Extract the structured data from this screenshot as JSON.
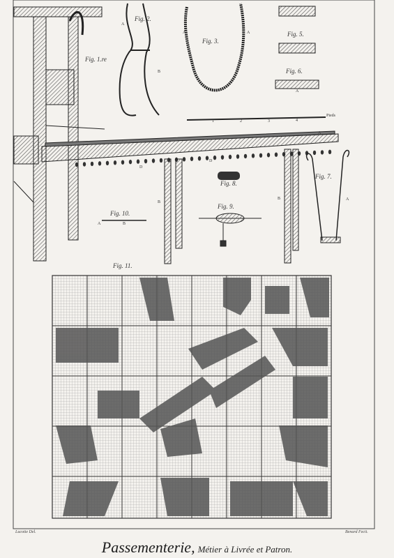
{
  "plate": {
    "title_main": "Passementerie,",
    "title_sub": "Métier à Livrée et Patron.",
    "credit_left": "Lucotte Del.",
    "credit_right": "Benard Fecit."
  },
  "figures": {
    "fig1": "Fig. 1.re",
    "fig2": "Fig. 2.",
    "fig3": "Fig. 3.",
    "fig5": "Fig. 5.",
    "fig6": "Fig. 6.",
    "fig7": "Fig. 7.",
    "fig8": "Fig. 8.",
    "fig9": "Fig. 9.",
    "fig10": "Fig. 10.",
    "fig11": "Fig. 11.",
    "pieds": "Pieds"
  },
  "scale_numbers": [
    "1",
    "2",
    "3",
    "4"
  ],
  "letters": {
    "a": "A",
    "b": "B",
    "d": "D"
  }
}
